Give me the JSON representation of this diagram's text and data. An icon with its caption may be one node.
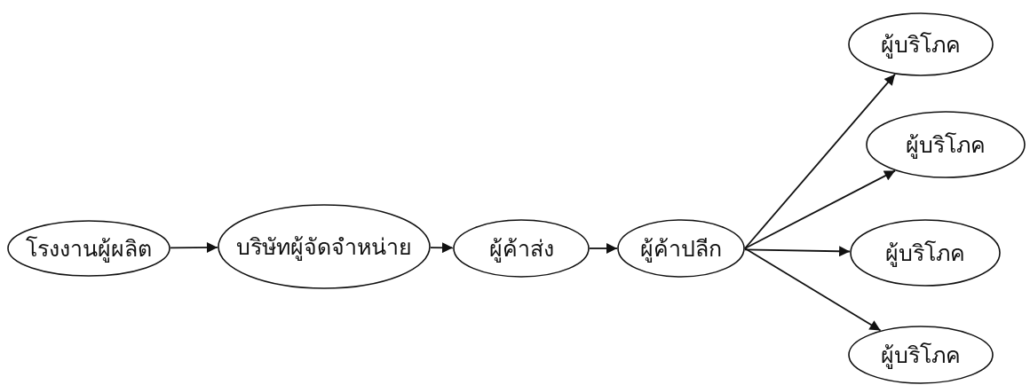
{
  "diagram": {
    "nodes": [
      {
        "text": [
          "โรงงานผู้ผลิต"
        ]
      },
      {
        "text": [
          "บริษัทผู้จัดจำหน่าย"
        ]
      },
      {
        "text": [
          "ผู้ค้าส่ง"
        ]
      },
      {
        "text": [
          "ผู้ค้าปลีก"
        ]
      },
      {
        "text": [
          "ผู้บริโภค"
        ]
      },
      {
        "text": [
          "ผู้บริโภค"
        ]
      },
      {
        "text": [
          "ผู้บริโภค"
        ]
      },
      {
        "text": [
          "ผู้บริโภค"
        ]
      }
    ],
    "edges": [
      {
        "from": 0,
        "to": 1,
        "arrow": "to"
      },
      {
        "from": 1,
        "to": 2,
        "arrow": "to"
      },
      {
        "from": 2,
        "to": 3,
        "arrow": "to"
      },
      {
        "from": 3,
        "to": 4,
        "arrow": "to"
      },
      {
        "from": 3,
        "to": 5,
        "arrow": "to"
      },
      {
        "from": 3,
        "to": 6,
        "arrow": "to"
      },
      {
        "from": 3,
        "to": 7,
        "arrow": "to"
      }
    ]
  }
}
